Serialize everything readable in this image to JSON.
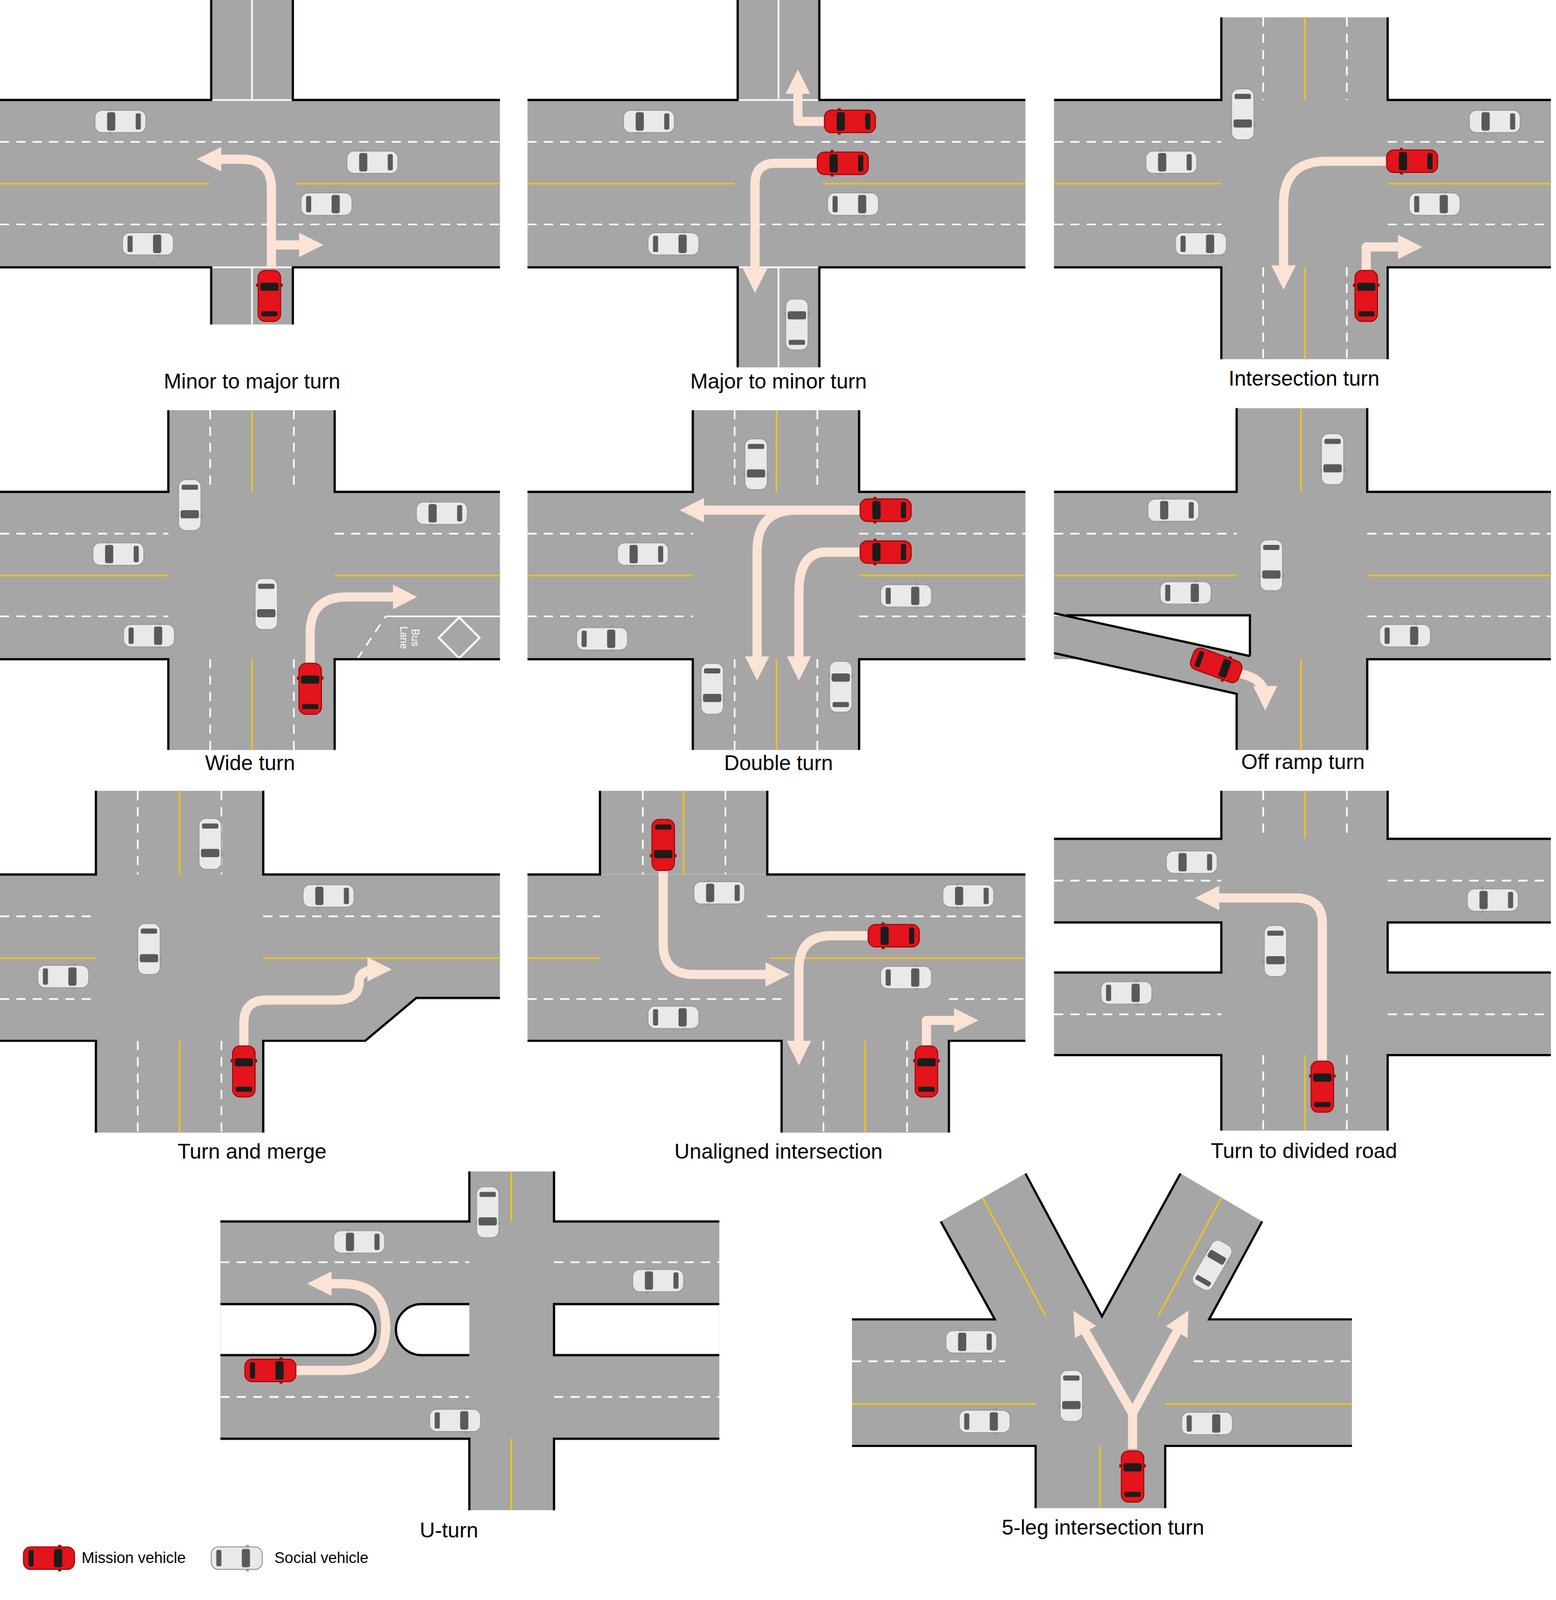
{
  "diagram": {
    "labels": [
      "Minor to major turn",
      "Major to minor turn",
      "Intersection turn",
      "Bus Lane",
      "Wide turn",
      "Double turn",
      "Off ramp turn",
      "Turn and merge",
      "Unaligned intersection",
      "Turn to divided road",
      "U-turn",
      "5-leg intersection turn"
    ],
    "legend": [
      {
        "text": "Mission vehicle"
      },
      {
        "text": "Social vehicle"
      }
    ]
  }
}
